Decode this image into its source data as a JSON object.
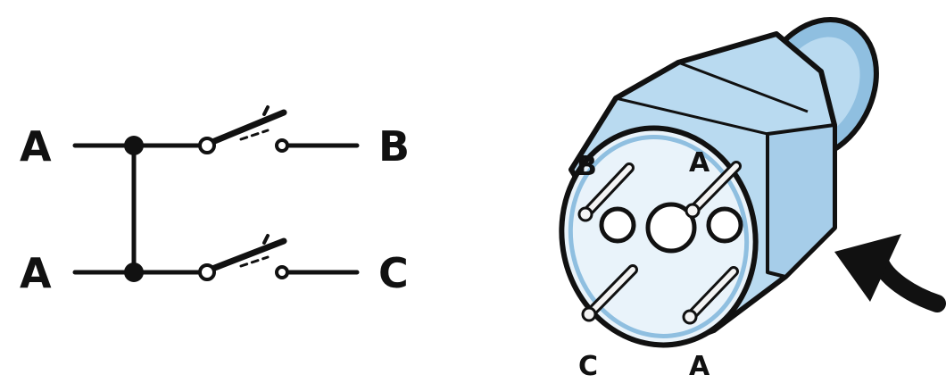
{
  "schematic": {
    "input_top": "A",
    "input_bottom": "A",
    "output_top": "B",
    "output_bottom": "C"
  },
  "connector": {
    "pin_top_left": "B",
    "pin_top_right": "A",
    "pin_bottom_left": "C",
    "pin_bottom_right": "A"
  },
  "colors": {
    "line": "#111111",
    "body_fill": "#b9daf0",
    "body_shade": "#8fbfe0",
    "face_fill": "#e9f3fa",
    "pin_fill": "#f4f4f4"
  },
  "icons": {
    "arrow": "curved-arrow-icon"
  }
}
